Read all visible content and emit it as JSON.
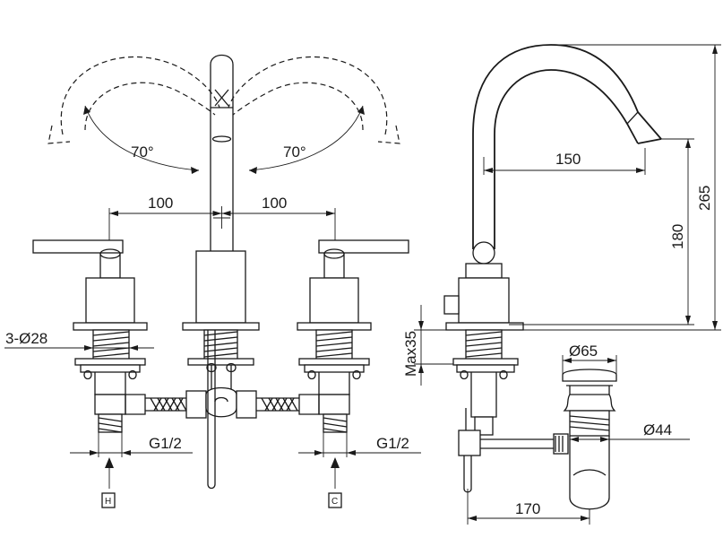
{
  "labels": {
    "angle_left": "70°",
    "angle_right": "70°",
    "spacing_left": "100",
    "spacing_right": "100",
    "hole_diameter": "3-Ø28",
    "thread_left": "G1/2",
    "thread_right": "G1/2",
    "hot_marker": "H",
    "cold_marker": "C",
    "spout_reach": "150",
    "spout_height": "180",
    "total_height": "265",
    "max_deck": "Max35",
    "waste_top_diameter": "Ø65",
    "waste_body_diameter": "Ø44",
    "waste_offset": "170"
  }
}
